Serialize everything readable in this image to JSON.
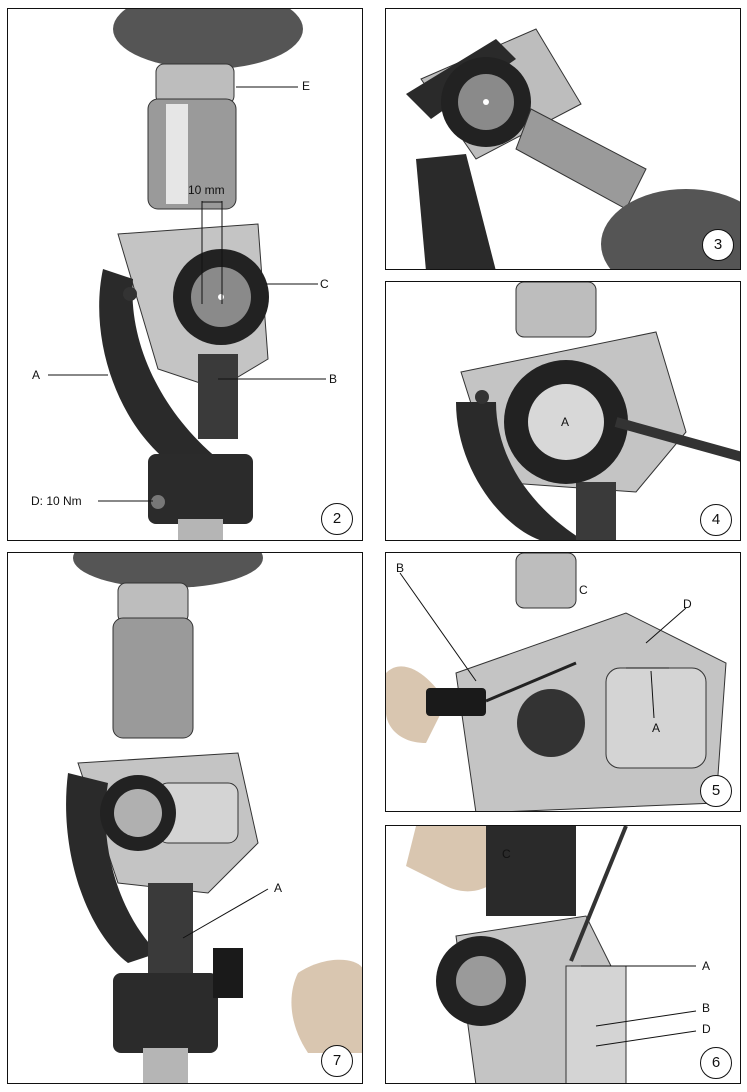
{
  "panels": [
    {
      "number": "2",
      "labels": {
        "E": "E",
        "mm": "10 mm",
        "C": "C",
        "A": "A",
        "B": "B",
        "D": "D: 10 Nm"
      }
    },
    {
      "number": "3"
    },
    {
      "number": "4",
      "labels": {
        "A": "A"
      }
    },
    {
      "number": "5",
      "labels": {
        "B": "B",
        "C": "C",
        "D": "D",
        "A": "A"
      }
    },
    {
      "number": "7",
      "labels": {
        "A": "A"
      }
    },
    {
      "number": "6",
      "labels": {
        "C": "C",
        "A": "A",
        "B": "B",
        "D": "D"
      }
    }
  ],
  "colors": {
    "metal": "#b9b9b9",
    "dark": "#2a2a2a",
    "carbon": "#555555"
  }
}
